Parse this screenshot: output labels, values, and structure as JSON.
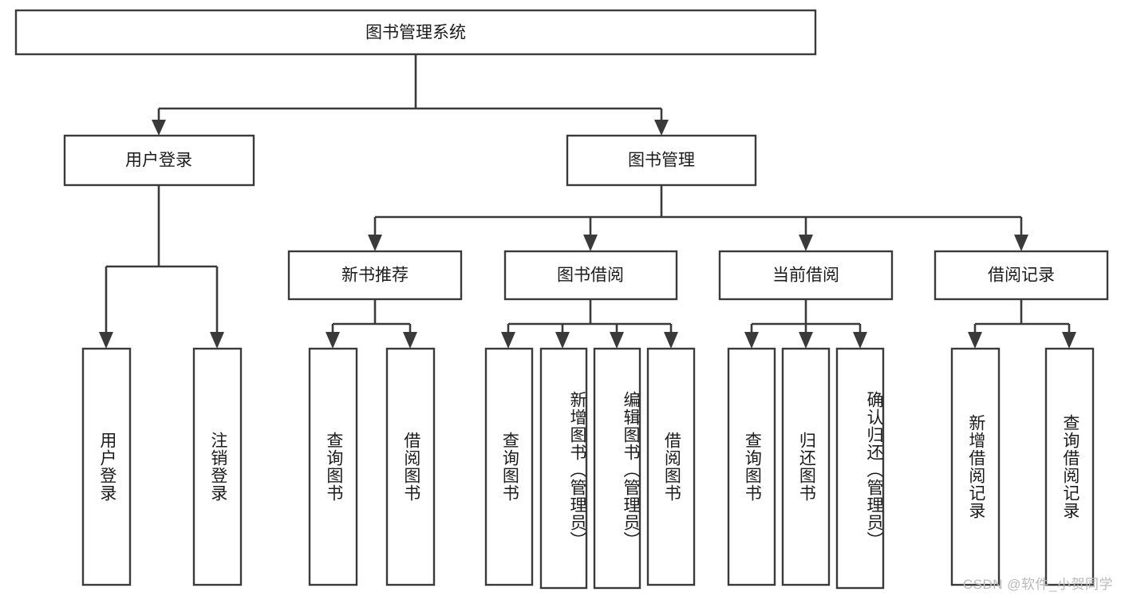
{
  "diagram": {
    "type": "tree-hierarchy-chart",
    "title_node": {
      "id": "root",
      "label": "图书管理系统"
    },
    "level2": [
      {
        "id": "user-login",
        "label": "用户登录"
      },
      {
        "id": "book-manage",
        "label": "图书管理"
      }
    ],
    "level3": [
      {
        "id": "new-book-rec",
        "label": "新书推荐",
        "parent": "book-manage"
      },
      {
        "id": "book-borrow",
        "label": "图书借阅",
        "parent": "book-manage"
      },
      {
        "id": "current-borrow",
        "label": "当前借阅",
        "parent": "book-manage"
      },
      {
        "id": "borrow-record",
        "label": "借阅记录",
        "parent": "book-manage"
      }
    ],
    "leaves": [
      {
        "id": "leaf-user-login",
        "label": "用户登录",
        "parent": "user-login"
      },
      {
        "id": "leaf-logout-login",
        "label": "注销登录",
        "parent": "user-login"
      },
      {
        "id": "leaf-query-book-1",
        "label": "查询图书",
        "parent": "new-book-rec"
      },
      {
        "id": "leaf-borrow-book-1",
        "label": "借阅图书",
        "parent": "new-book-rec"
      },
      {
        "id": "leaf-query-book-2",
        "label": "查询图书",
        "parent": "book-borrow"
      },
      {
        "id": "leaf-add-book",
        "label": "新增图书（管理员）",
        "parent": "book-borrow"
      },
      {
        "id": "leaf-edit-book",
        "label": "编辑图书（管理员）",
        "parent": "book-borrow"
      },
      {
        "id": "leaf-borrow-book-2",
        "label": "借阅图书",
        "parent": "book-borrow"
      },
      {
        "id": "leaf-query-book-3",
        "label": "查询图书",
        "parent": "current-borrow"
      },
      {
        "id": "leaf-return-book",
        "label": "归还图书",
        "parent": "current-borrow"
      },
      {
        "id": "leaf-confirm-return",
        "label": "确认归还（管理员）",
        "parent": "current-borrow"
      },
      {
        "id": "leaf-add-record",
        "label": "新增借阅记录",
        "parent": "borrow-record"
      },
      {
        "id": "leaf-query-record",
        "label": "查询借阅记录",
        "parent": "borrow-record"
      }
    ],
    "watermark": "CSDN @软件_小贺同学",
    "colors": {
      "stroke": "#3a3a3a",
      "fill": "#ffffff",
      "text": "#1b1b1b",
      "watermark": "#b9b9b9"
    }
  }
}
